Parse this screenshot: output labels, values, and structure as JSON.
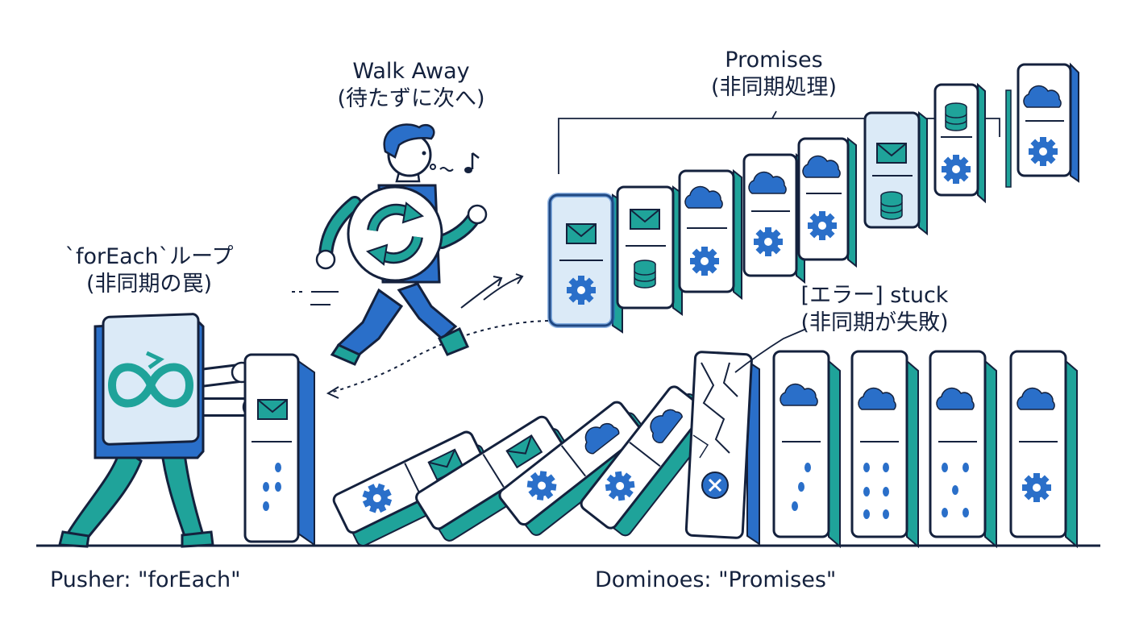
{
  "labels": {
    "walk_away": {
      "line1": "Walk Away",
      "line2": "(待たずに次へ)"
    },
    "promises": {
      "line1": "Promises",
      "line2": "(非同期処理)"
    },
    "foreach": {
      "line1": "`forEach`ループ",
      "line2": "(非同期の罠)"
    },
    "error": {
      "line1": "[エラー] stuck",
      "line2": "(非同期が失敗)"
    }
  },
  "footer": {
    "pusher": "Pusher: \"forEach\"",
    "dominoes": "Dominoes: \"Promises\""
  },
  "icons": [
    "envelope-icon",
    "gear-icon",
    "database-icon",
    "cloud-icon",
    "cross-icon",
    "sync-icon",
    "infinity-icon",
    "music-note-icon"
  ],
  "colors": {
    "blue": "#2a6fc9",
    "teal": "#1fa39a",
    "navy": "#14213d",
    "light_blue": "#dbeaf7"
  }
}
